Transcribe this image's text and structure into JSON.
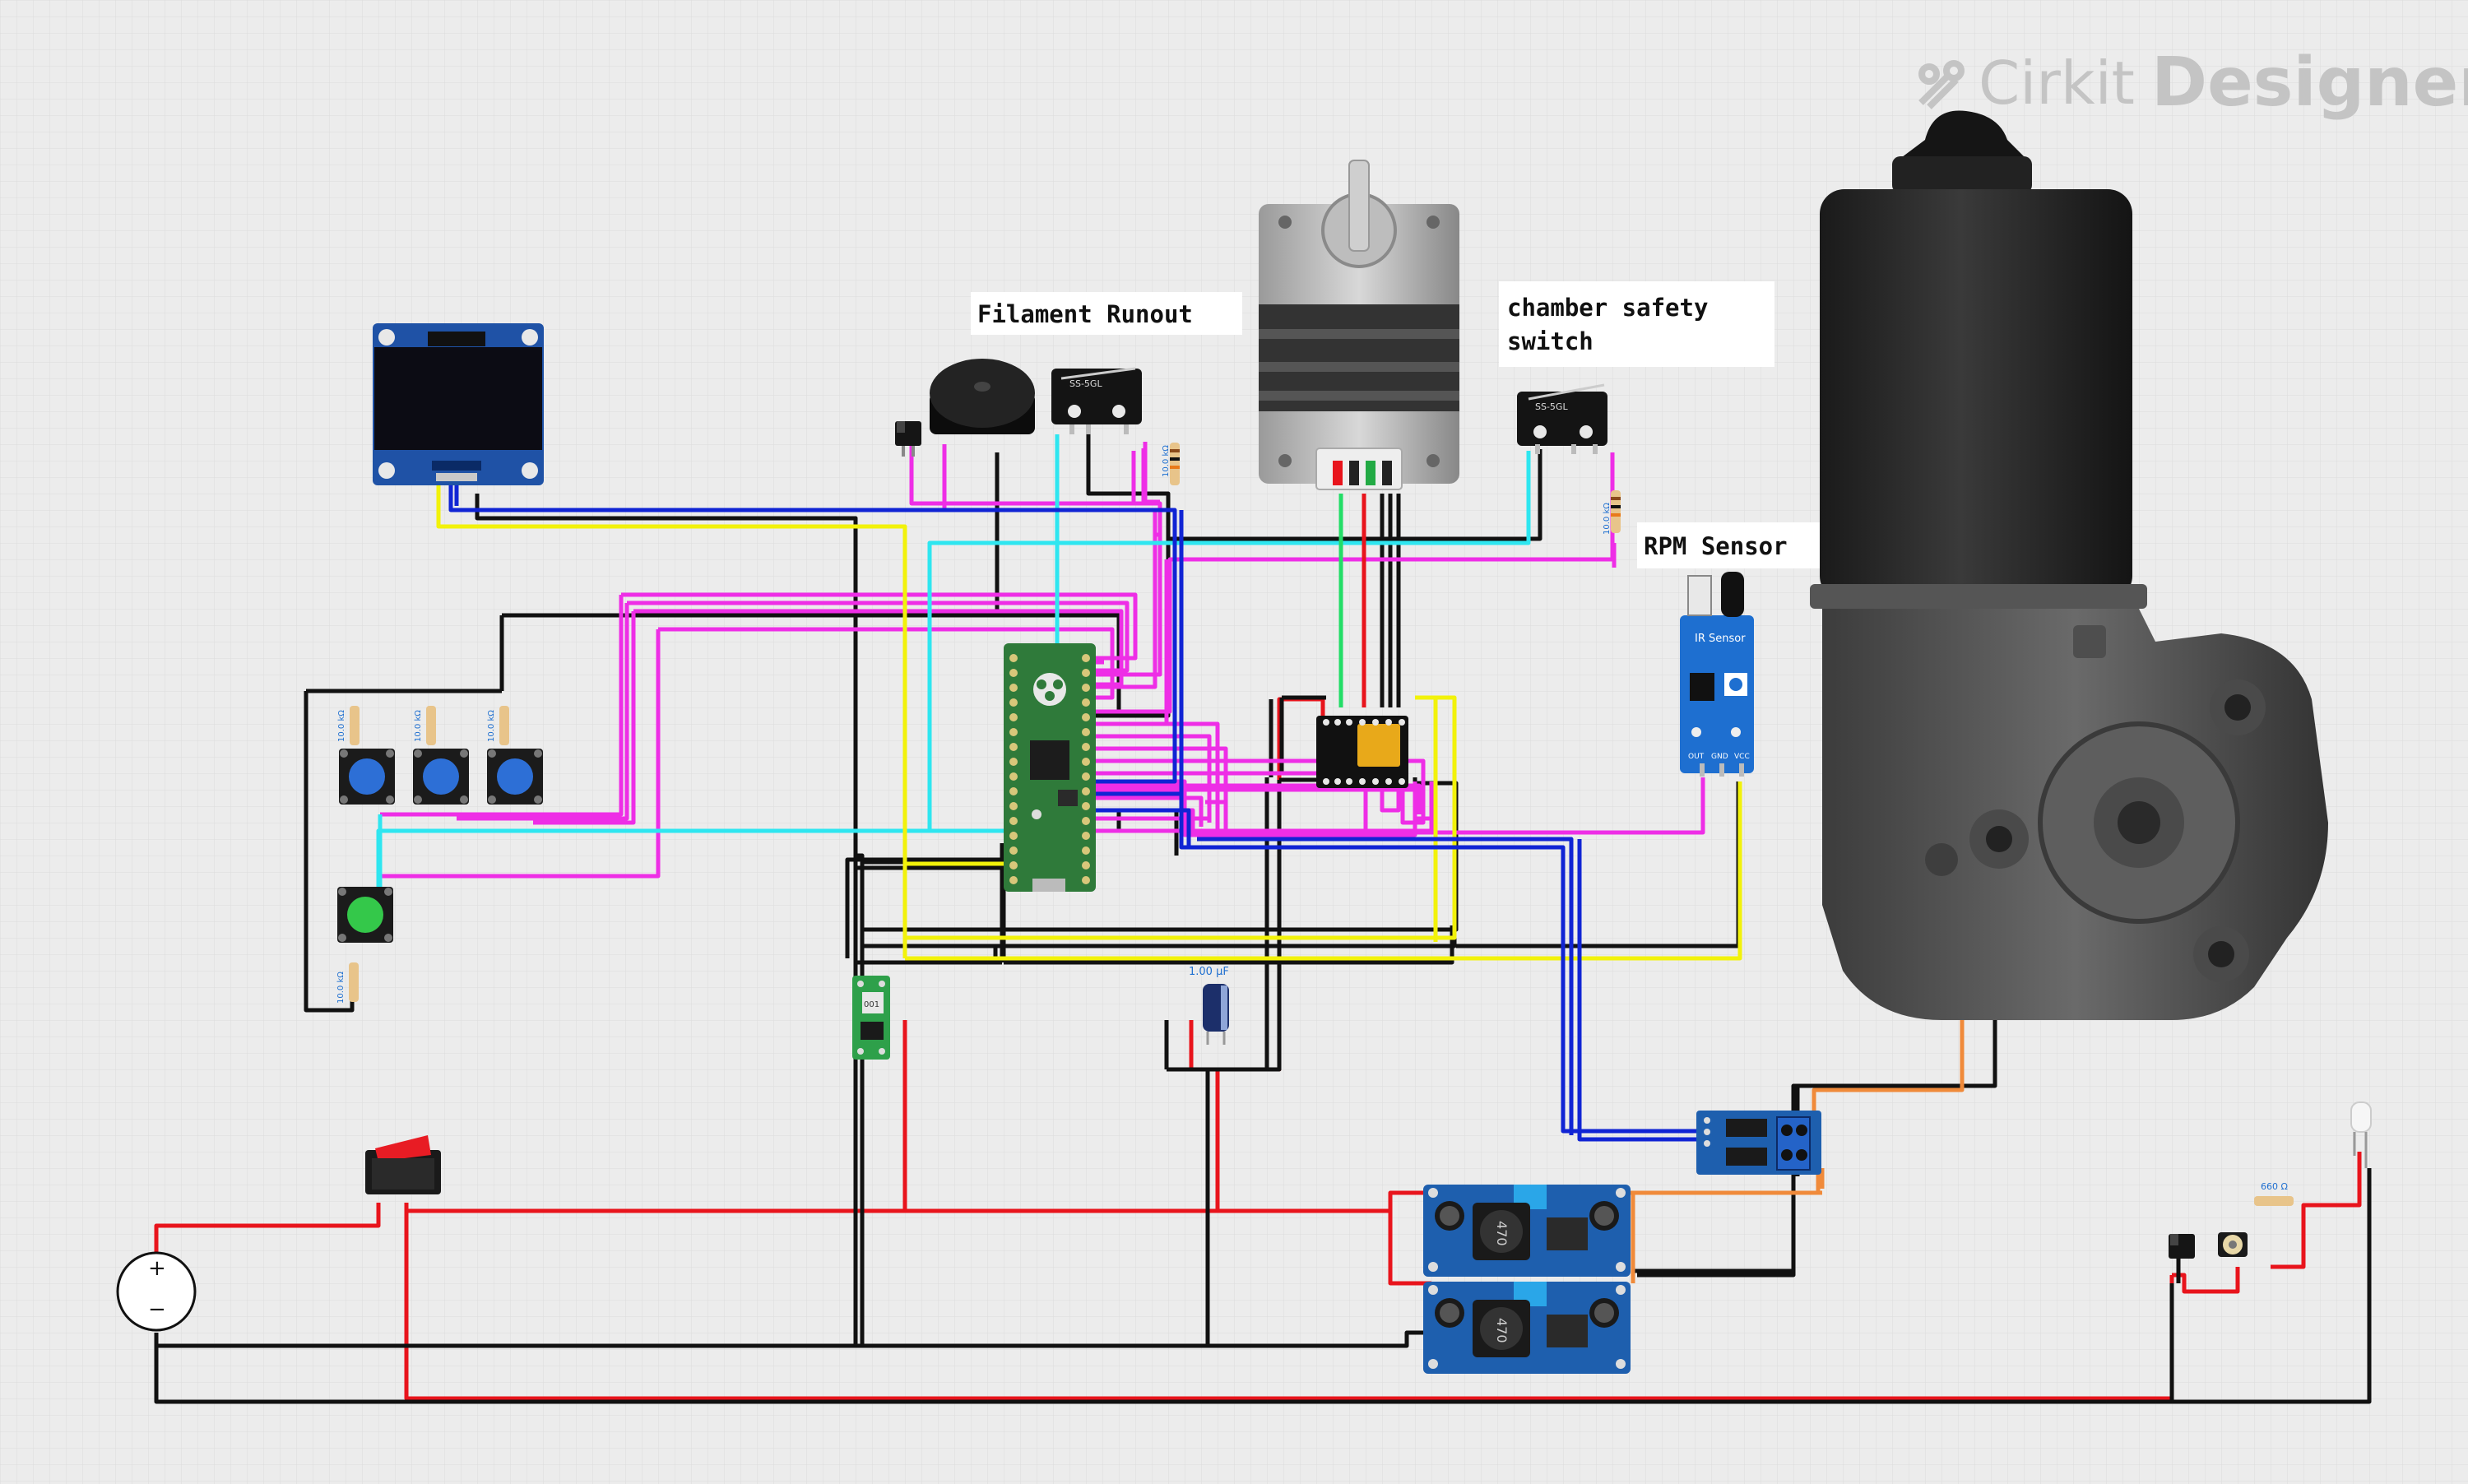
{
  "brand": {
    "cirkit": "Cirkit",
    "designer": "Designer"
  },
  "labels": {
    "filament_runout": "Filament Runout",
    "chamber_line1": "chamber safety",
    "chamber_line2": "switch",
    "rpm_sensor": "RPM Sensor"
  },
  "components": {
    "ir_sensor_title": "IR Sensor",
    "ir_pins": [
      "OUT",
      "GND",
      "VCC"
    ],
    "capacitor_value": "1.00 µF",
    "resistor_value": "10.0 kΩ",
    "led_resistor_value": "660 Ω",
    "regulator_mark": "001",
    "inductor_value": "470",
    "switch_model": "SS-5GL",
    "supply_plus": "+",
    "supply_minus": "−"
  },
  "colors": {
    "background": "#ececec",
    "grid": "#dcdcdc",
    "wire_red": "#e8141c",
    "wire_black": "#111111",
    "wire_magenta": "#ee2ee6",
    "wire_cyan": "#2ee6f0",
    "wire_yellow": "#f2f20a",
    "wire_blue": "#1024d4",
    "wire_green": "#22dd66",
    "wire_orange": "#f08a3a",
    "pcb_green": "#2f7a3a",
    "pcb_blue": "#1e5fae"
  }
}
